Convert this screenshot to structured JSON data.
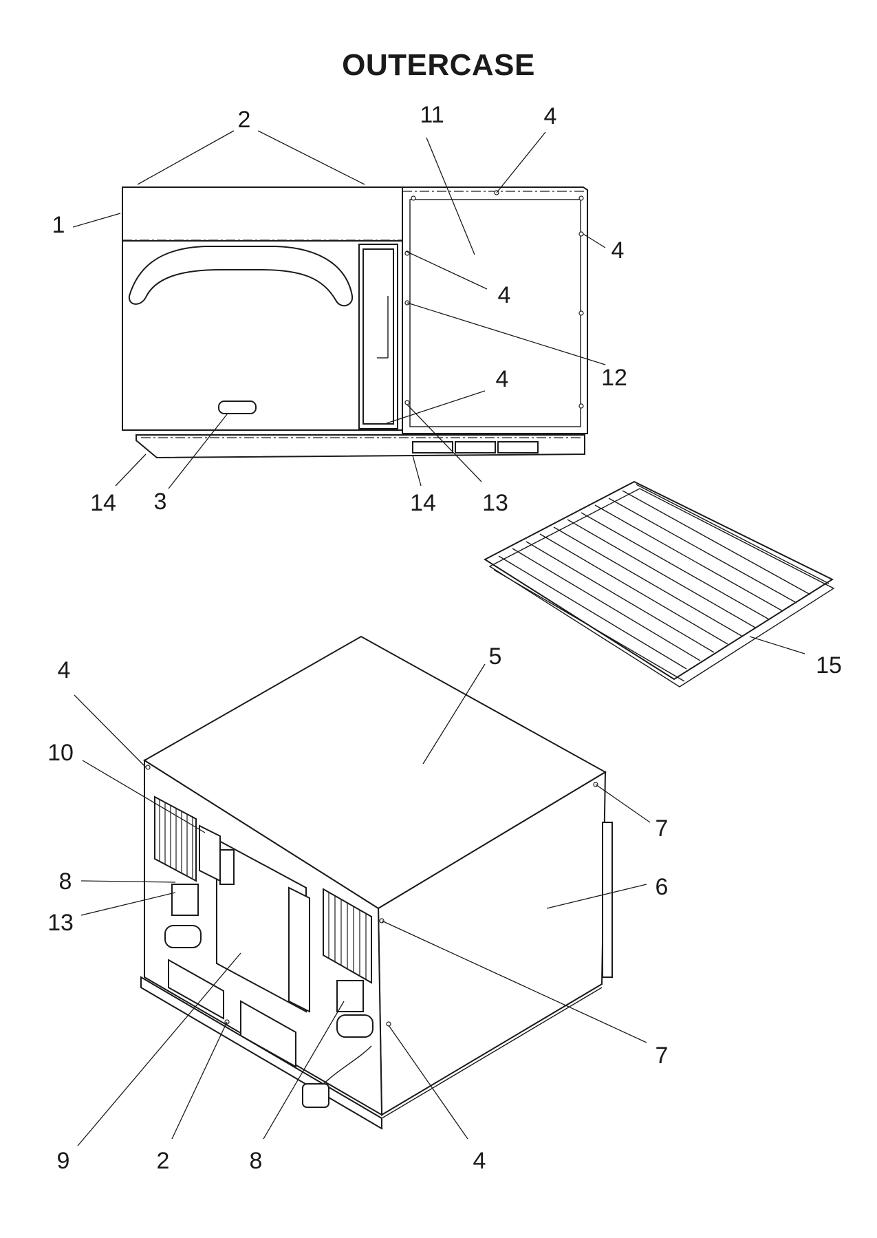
{
  "title": "OUTERCASE",
  "callouts": [
    {
      "id": "c1",
      "label": "1"
    },
    {
      "id": "c2a",
      "label": "2"
    },
    {
      "id": "c3",
      "label": "3"
    },
    {
      "id": "c4a",
      "label": "4"
    },
    {
      "id": "c4b",
      "label": "4"
    },
    {
      "id": "c4c",
      "label": "4"
    },
    {
      "id": "c4d",
      "label": "4"
    },
    {
      "id": "c11",
      "label": "11"
    },
    {
      "id": "c12",
      "label": "12"
    },
    {
      "id": "c13a",
      "label": "13"
    },
    {
      "id": "c14a",
      "label": "14"
    },
    {
      "id": "c14b",
      "label": "14"
    },
    {
      "id": "c15",
      "label": "15"
    },
    {
      "id": "c4e",
      "label": "4"
    },
    {
      "id": "c5",
      "label": "5"
    },
    {
      "id": "c10",
      "label": "10"
    },
    {
      "id": "c7a",
      "label": "7"
    },
    {
      "id": "c6",
      "label": "6"
    },
    {
      "id": "c8a",
      "label": "8"
    },
    {
      "id": "c13b",
      "label": "13"
    },
    {
      "id": "c7b",
      "label": "7"
    },
    {
      "id": "c9",
      "label": "9"
    },
    {
      "id": "c2b",
      "label": "2"
    },
    {
      "id": "c8b",
      "label": "8"
    },
    {
      "id": "c4f",
      "label": "4"
    }
  ]
}
